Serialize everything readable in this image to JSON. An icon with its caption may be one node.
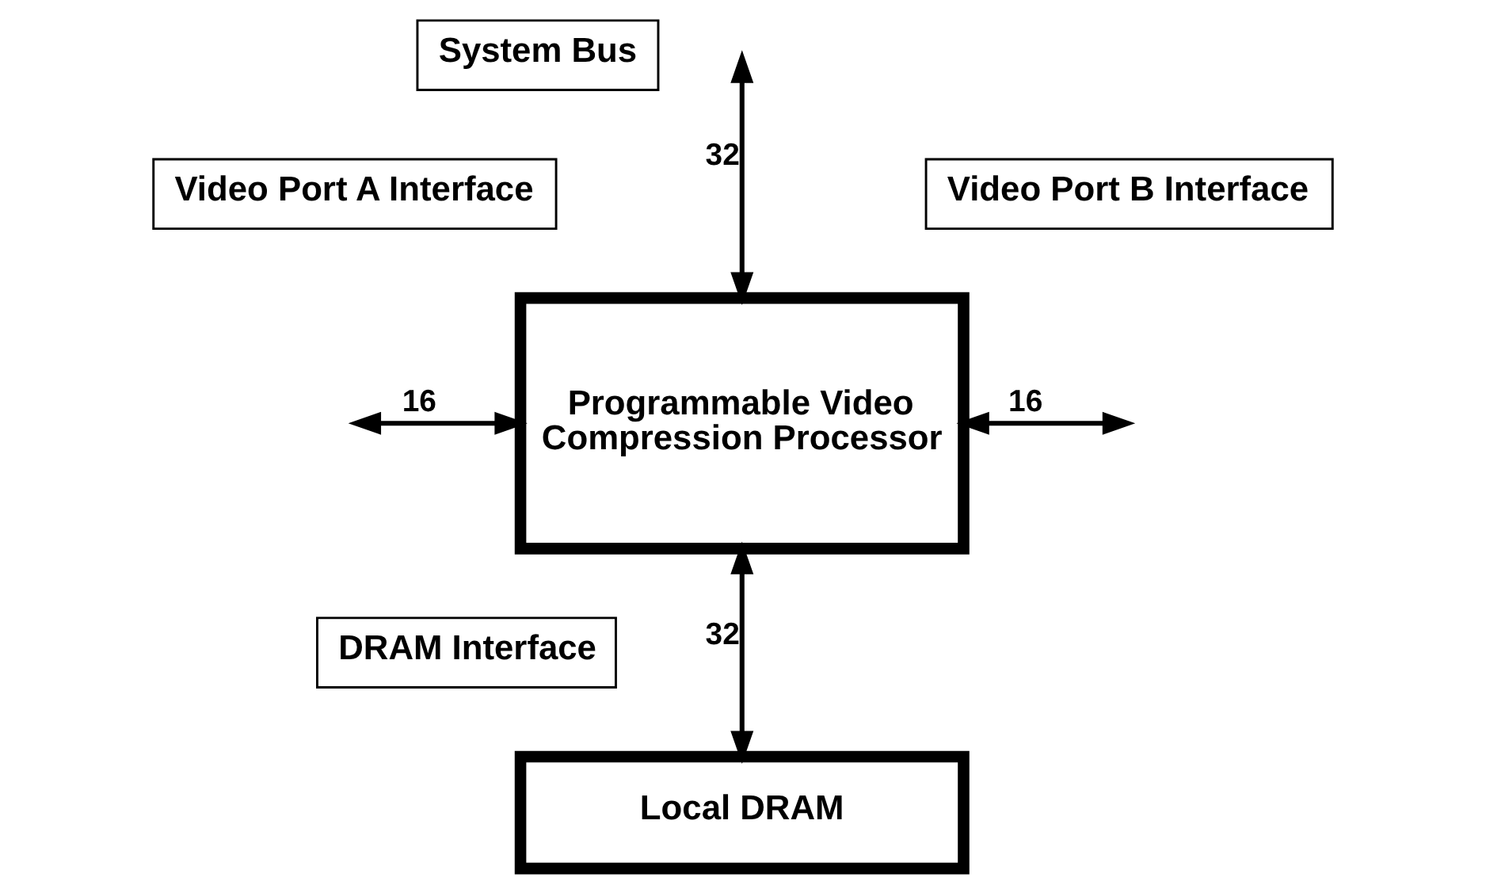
{
  "diagram": {
    "nodes": [
      {
        "text": [
          "System Bus"
        ]
      },
      {
        "text": [
          "Video Port A Interface"
        ]
      },
      {
        "text": [
          "Programmable Video Compression Processor"
        ]
      },
      {
        "text": [
          "Video Port B Interface"
        ]
      },
      {
        "text": [
          "DRAM Interface"
        ]
      },
      {
        "text": [
          "Local DRAM"
        ]
      }
    ],
    "edges": [
      {
        "from": null,
        "to": 2,
        "arrow": "both",
        "label": "32"
      },
      {
        "from": null,
        "to": 2,
        "arrow": "both",
        "label": "16"
      },
      {
        "from": 2,
        "to": null,
        "arrow": "both",
        "label": "16"
      },
      {
        "from": 2,
        "to": 5,
        "arrow": "both",
        "label": "32"
      }
    ]
  }
}
